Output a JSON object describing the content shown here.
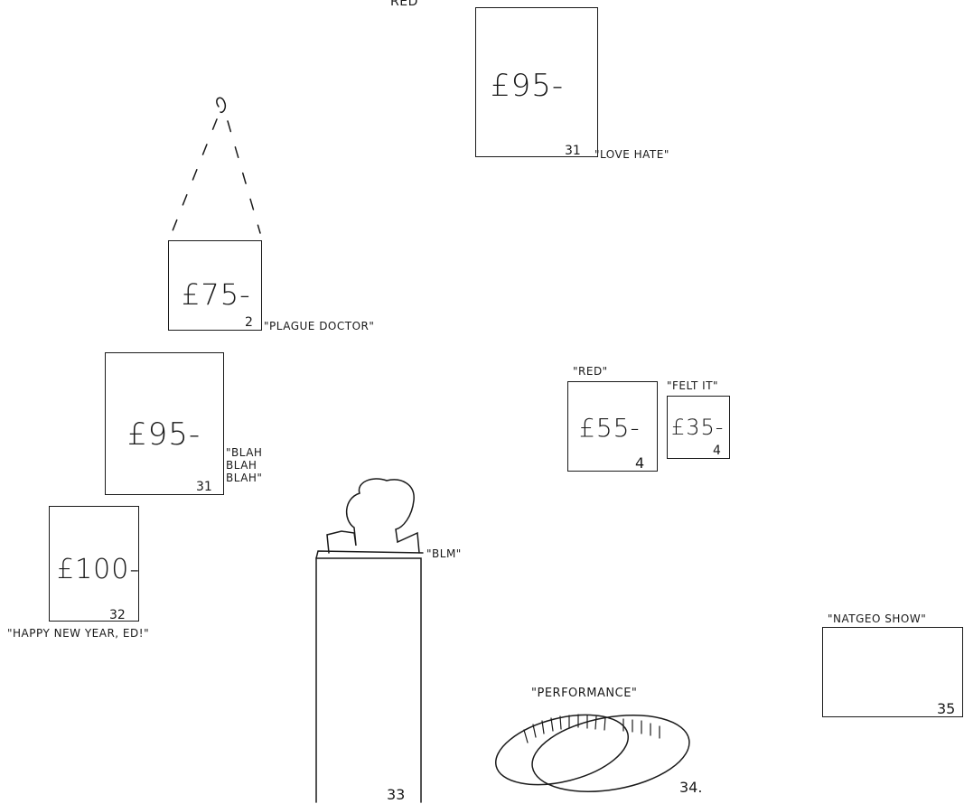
{
  "header_fragment": "RED",
  "artworks": [
    {
      "price": "£95-",
      "number": "31",
      "title": "\"LOVE HATE\""
    },
    {
      "price": "£75-",
      "number": "2",
      "title": "\"PLAGUE DOCTOR\""
    },
    {
      "price": "£95-",
      "number": "31",
      "title_lines": [
        "\"BLAH",
        "BLAH",
        "BLAH\""
      ]
    },
    {
      "price": "£100-",
      "number": "32",
      "title": "\"HAPPY NEW YEAR, ED!\""
    },
    {
      "price": "£55-",
      "number": "4",
      "title": "\"RED\""
    },
    {
      "price": "£35-",
      "number": "4",
      "title": "\"FELT IT\""
    },
    {
      "number": "35",
      "title": "\"NATGEO SHOW\""
    },
    {
      "number": "33",
      "title": "\"BLM\""
    },
    {
      "number": "34.",
      "title": "\"PERFORMANCE\""
    }
  ]
}
